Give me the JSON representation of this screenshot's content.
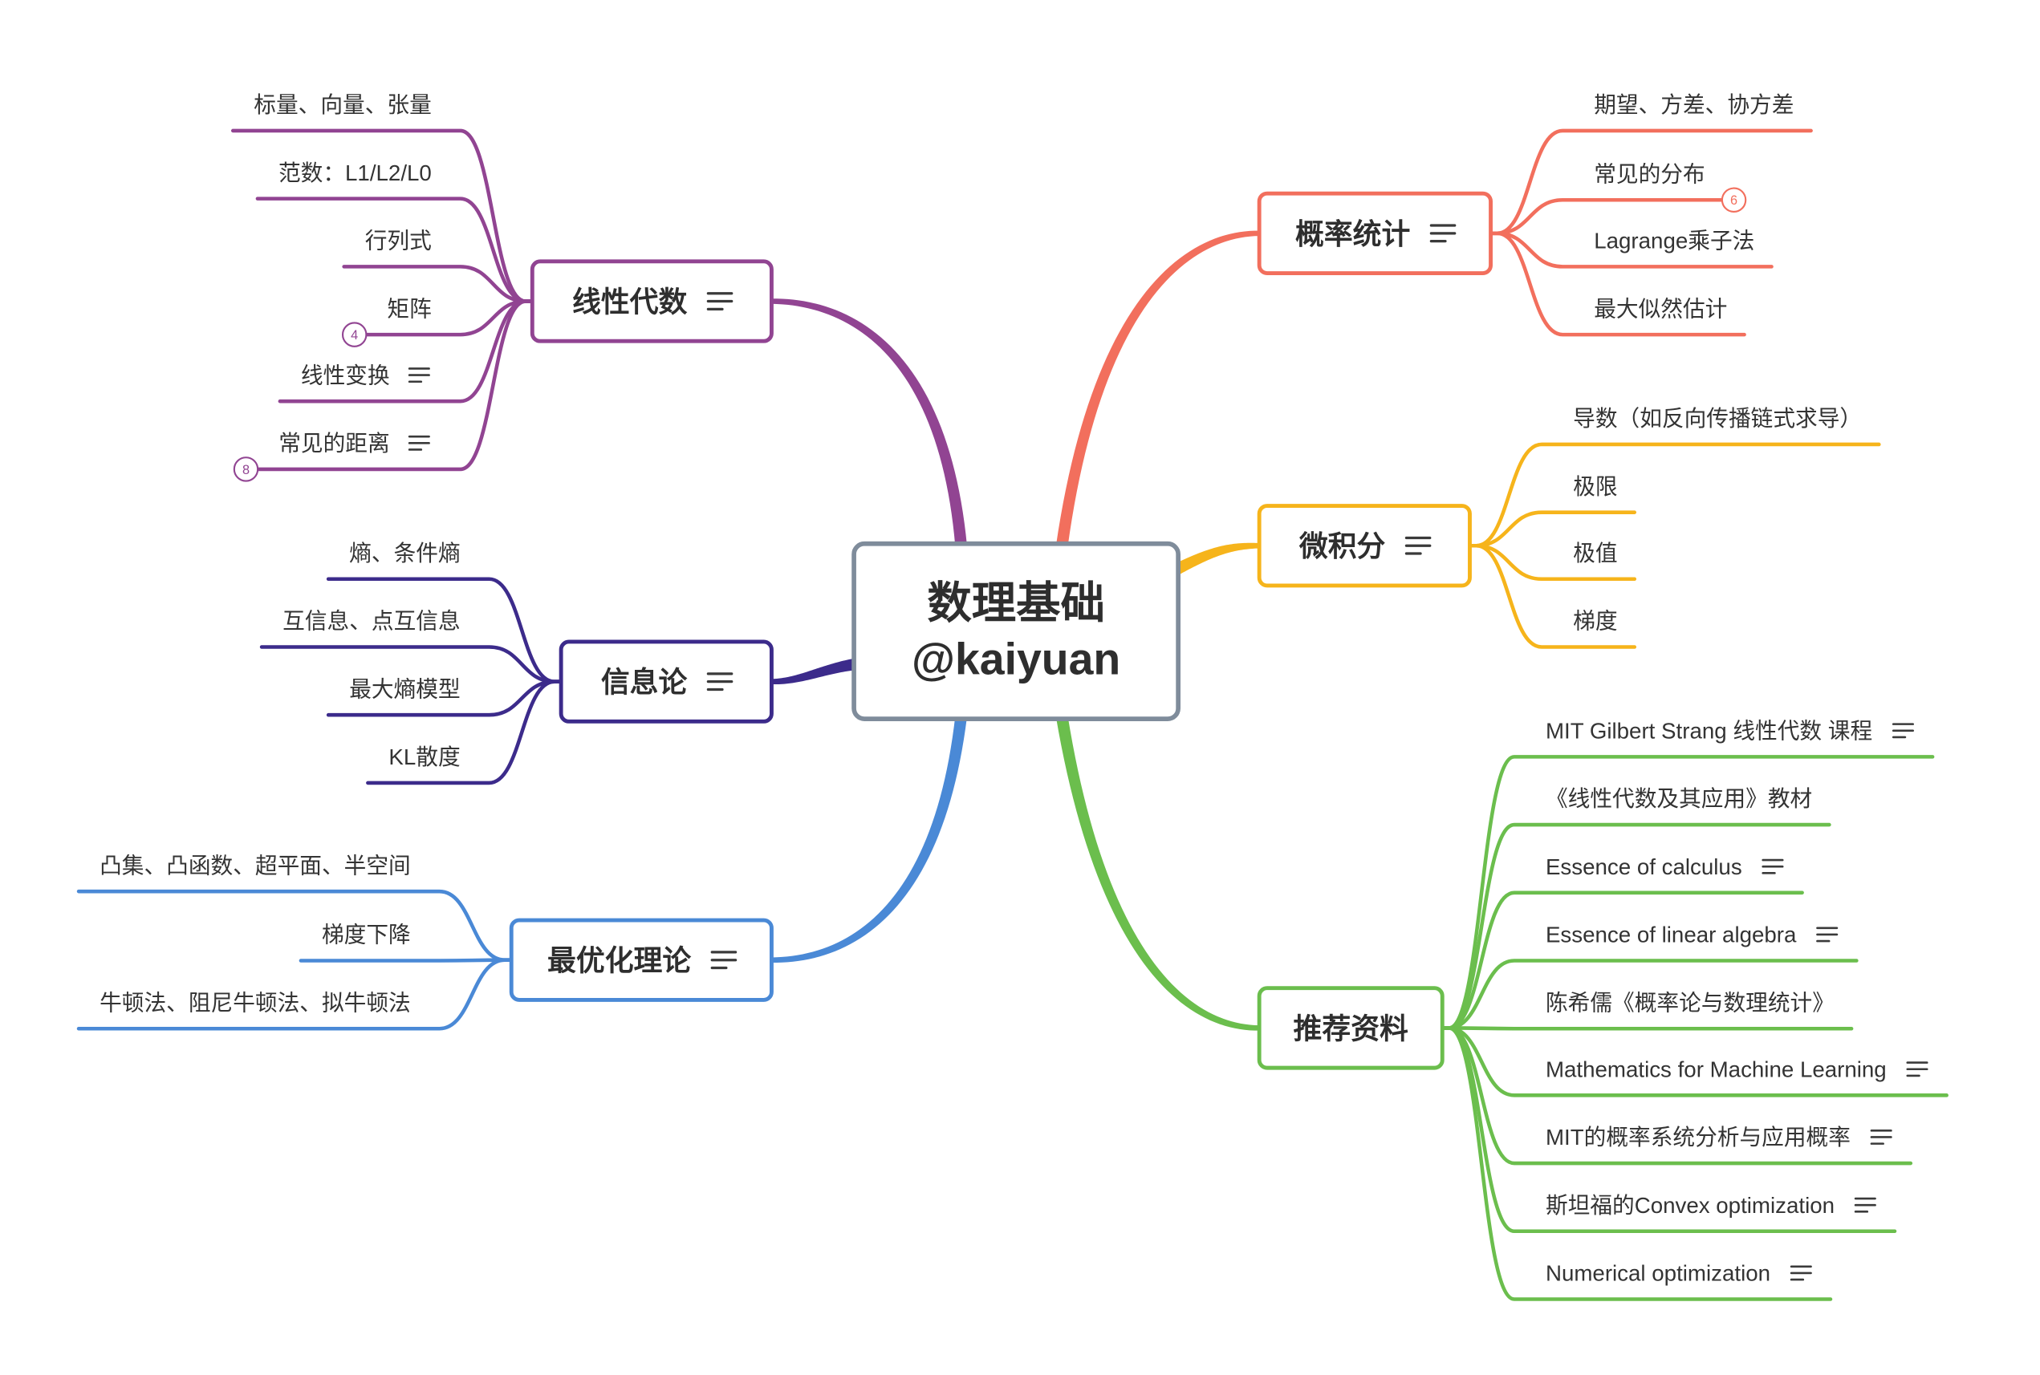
{
  "root": {
    "line1": "数理基础",
    "line2": "@kaiyuan",
    "border_color": "#7f8c9b"
  },
  "branches": [
    {
      "label": "线性代数",
      "color": "#914492",
      "has_note": true,
      "items": [
        {
          "label": "标量、向量、张量"
        },
        {
          "label": "范数：L1/L2/L0"
        },
        {
          "label": "行列式"
        },
        {
          "label": "矩阵",
          "badge": "4"
        },
        {
          "label": "线性变换",
          "has_note": true
        },
        {
          "label": "常见的距离",
          "has_note": true,
          "badge": "8"
        }
      ]
    },
    {
      "label": "信息论",
      "color": "#3c2b8b",
      "has_note": true,
      "items": [
        {
          "label": "熵、条件熵"
        },
        {
          "label": "互信息、点互信息"
        },
        {
          "label": "最大熵模型"
        },
        {
          "label": "KL散度"
        }
      ]
    },
    {
      "label": "最优化理论",
      "color": "#4a89d6",
      "has_note": true,
      "items": [
        {
          "label": "凸集、凸函数、超平面、半空间"
        },
        {
          "label": "梯度下降"
        },
        {
          "label": "牛顿法、阻尼牛顿法、拟牛顿法"
        }
      ]
    },
    {
      "label": "概率统计",
      "color": "#f26f5d",
      "has_note": true,
      "items": [
        {
          "label": "期望、方差、协方差"
        },
        {
          "label": "常见的分布",
          "badge": "6"
        },
        {
          "label": "Lagrange乘子法"
        },
        {
          "label": "最大似然估计"
        }
      ]
    },
    {
      "label": "微积分",
      "color": "#f6b41b",
      "has_note": true,
      "items": [
        {
          "label": "导数（如反向传播链式求导）"
        },
        {
          "label": "极限"
        },
        {
          "label": "极值"
        },
        {
          "label": "梯度"
        }
      ]
    },
    {
      "label": "推荐资料",
      "color": "#6bbe4d",
      "has_note": false,
      "items": [
        {
          "label": "MIT Gilbert Strang 线性代数 课程",
          "has_note": true
        },
        {
          "label": "《线性代数及其应用》教材"
        },
        {
          "label": "Essence of calculus",
          "has_note": true
        },
        {
          "label": "Essence of linear algebra",
          "has_note": true
        },
        {
          "label": "陈希儒《概率论与数理统计》"
        },
        {
          "label": "Mathematics for Machine Learning",
          "has_note": true
        },
        {
          "label": "MIT的概率系统分析与应用概率",
          "has_note": true
        },
        {
          "label": "斯坦福的Convex optimization",
          "has_note": true
        },
        {
          "label": "Numerical optimization",
          "has_note": true
        }
      ]
    }
  ],
  "icons": {
    "note": "notes-icon"
  }
}
